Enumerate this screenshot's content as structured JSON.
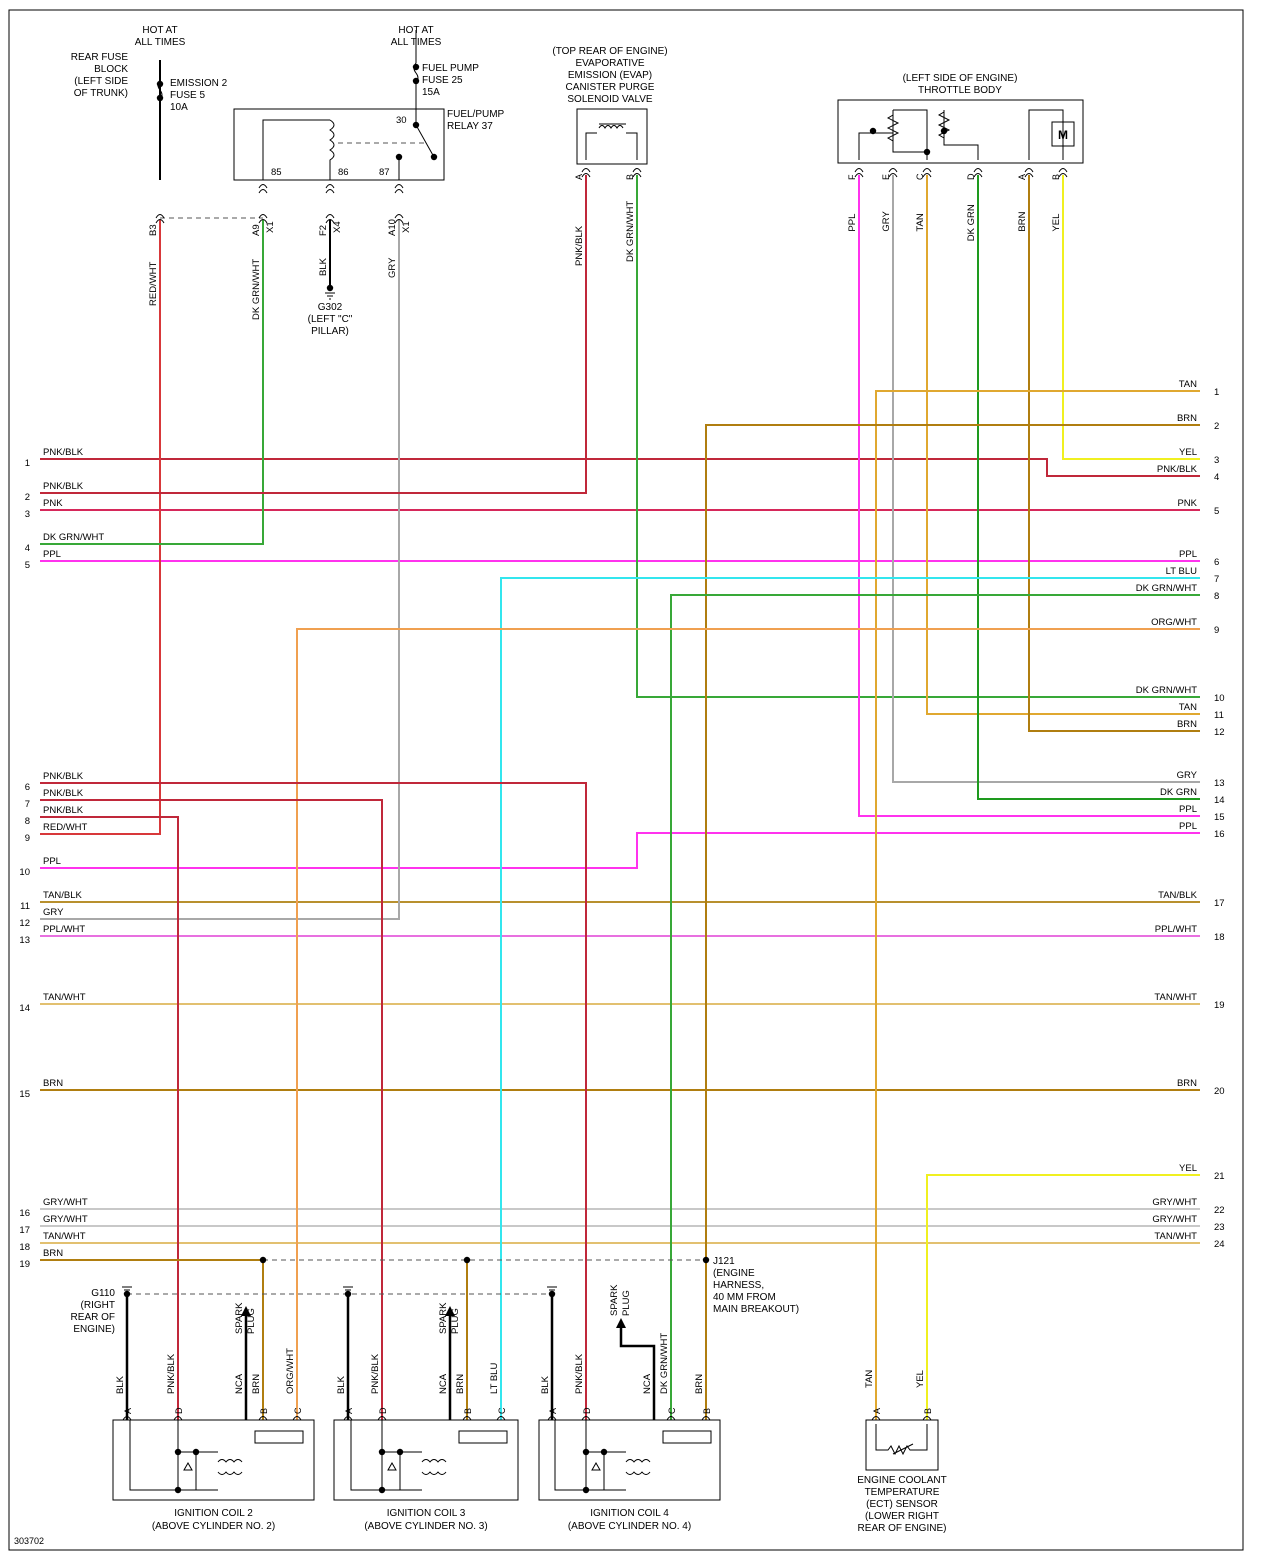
{
  "figure_id": "303702",
  "colors": {
    "PNK/BLK": "#c0283a",
    "PNK": "#d6285a",
    "RED/WHT": "#d8383a",
    "DK GRN/WHT": "#38a838",
    "DK GRN": "#1e9a1e",
    "PPL": "#ff33ee",
    "LT BLU": "#33e6ee",
    "ORG/WHT": "#f0a050",
    "TAN": "#e0a830",
    "BRN": "#b07e10",
    "YEL": "#f0f020",
    "GRY": "#a8a8a8",
    "TAN/BLK": "#b8902e",
    "PPL/WHT": "#e870e0",
    "TAN/WHT": "#e2c070",
    "GRY/WHT": "#c8c8c8",
    "BLK": "#000000"
  },
  "top": {
    "hot1": [
      "HOT AT",
      "ALL TIMES"
    ],
    "rear_fuse_block": [
      "REAR FUSE",
      "BLOCK",
      "(LEFT SIDE",
      "OF TRUNK)"
    ],
    "fuse1": [
      "EMISSION 2",
      "FUSE 5",
      "10A"
    ],
    "hot2": [
      "HOT AT",
      "ALL TIMES"
    ],
    "fuse2": [
      "FUEL PUMP",
      "FUSE 25",
      "15A"
    ],
    "relay": [
      "FUEL/PUMP",
      "RELAY 37"
    ],
    "relay_pins": [
      "30",
      "85",
      "86",
      "87"
    ],
    "conn_labels": [
      {
        "pin": "B3",
        "conn": ""
      },
      {
        "pin": "A9",
        "conn": "X1"
      },
      {
        "pin": "F2",
        "conn": "X4"
      },
      {
        "pin": "A10",
        "conn": "X1"
      }
    ],
    "ground_wire": "BLK",
    "ground": [
      "G302",
      "(LEFT \"C\"",
      "PILLAR)"
    ],
    "vert_wire_labels": [
      "RED/WHT",
      "DK GRN/WHT",
      "GRY"
    ],
    "evap": [
      "(TOP REAR OF ENGINE)",
      "EVAPORATIVE",
      "EMISSION (EVAP)",
      "CANISTER PURGE",
      "SOLENOID VALVE"
    ],
    "evap_pins": [
      "A",
      "B"
    ],
    "evap_wires": [
      "PNK/BLK",
      "DK GRN/WHT"
    ],
    "throttle": [
      "(LEFT SIDE OF ENGINE)",
      "THROTTLE BODY"
    ],
    "throttle_pins": [
      "F",
      "E",
      "C",
      "D",
      "A",
      "B"
    ],
    "throttle_wires": [
      "PPL",
      "GRY",
      "TAN",
      "DK GRN",
      "BRN",
      "YEL"
    ],
    "motor": "M"
  },
  "left_wires": [
    {
      "num": "1",
      "label": "PNK/BLK"
    },
    {
      "num": "2",
      "label": "PNK/BLK"
    },
    {
      "num": "3",
      "label": "PNK"
    },
    {
      "num": "4",
      "label": "DK GRN/WHT"
    },
    {
      "num": "5",
      "label": "PPL"
    },
    {
      "num": "6",
      "label": "PNK/BLK"
    },
    {
      "num": "7",
      "label": "PNK/BLK"
    },
    {
      "num": "8",
      "label": "PNK/BLK"
    },
    {
      "num": "9",
      "label": "RED/WHT"
    },
    {
      "num": "10",
      "label": "PPL"
    },
    {
      "num": "11",
      "label": "TAN/BLK"
    },
    {
      "num": "12",
      "label": "GRY"
    },
    {
      "num": "13",
      "label": "PPL/WHT"
    },
    {
      "num": "14",
      "label": "TAN/WHT"
    },
    {
      "num": "15",
      "label": "BRN"
    },
    {
      "num": "16",
      "label": "GRY/WHT"
    },
    {
      "num": "17",
      "label": "GRY/WHT"
    },
    {
      "num": "18",
      "label": "TAN/WHT"
    },
    {
      "num": "19",
      "label": "BRN"
    }
  ],
  "right_wires": [
    {
      "num": "1",
      "label": "TAN"
    },
    {
      "num": "2",
      "label": "BRN"
    },
    {
      "num": "3",
      "label": "YEL"
    },
    {
      "num": "4",
      "label": "PNK/BLK"
    },
    {
      "num": "5",
      "label": "PNK"
    },
    {
      "num": "6",
      "label": "PPL"
    },
    {
      "num": "7",
      "label": "LT BLU"
    },
    {
      "num": "8",
      "label": "DK GRN/WHT"
    },
    {
      "num": "9",
      "label": "ORG/WHT"
    },
    {
      "num": "10",
      "label": "DK GRN/WHT"
    },
    {
      "num": "11",
      "label": "TAN"
    },
    {
      "num": "12",
      "label": "BRN"
    },
    {
      "num": "13",
      "label": "GRY"
    },
    {
      "num": "14",
      "label": "DK GRN"
    },
    {
      "num": "15",
      "label": "PPL"
    },
    {
      "num": "16",
      "label": "PPL"
    },
    {
      "num": "17",
      "label": "TAN/BLK"
    },
    {
      "num": "18",
      "label": "PPL/WHT"
    },
    {
      "num": "19",
      "label": "TAN/WHT"
    },
    {
      "num": "20",
      "label": "BRN"
    },
    {
      "num": "21",
      "label": "YEL"
    },
    {
      "num": "22",
      "label": "GRY/WHT"
    },
    {
      "num": "23",
      "label": "GRY/WHT"
    },
    {
      "num": "24",
      "label": "TAN/WHT"
    }
  ],
  "bottom": {
    "g110": [
      "G110",
      "(RIGHT",
      "REAR OF",
      "ENGINE)"
    ],
    "j121": [
      "J121",
      "(ENGINE",
      "HARNESS,",
      "40 MM FROM",
      "MAIN BREAKOUT)"
    ],
    "spark_plug": [
      "SPARK",
      "PLUG"
    ],
    "nca": "NCA",
    "coil_pins": [
      "A",
      "D",
      "B",
      "C"
    ],
    "coils": [
      {
        "name": "IGNITION COIL 2",
        "location": "(ABOVE CYLINDER NO. 2)",
        "wires": [
          "BLK",
          "PNK/BLK",
          "BRN",
          "ORG/WHT"
        ]
      },
      {
        "name": "IGNITION COIL 3",
        "location": "(ABOVE CYLINDER NO. 3)",
        "wires": [
          "BLK",
          "PNK/BLK",
          "BRN",
          "LT BLU"
        ]
      },
      {
        "name": "IGNITION COIL 4",
        "location": "(ABOVE CYLINDER NO. 4)",
        "wires": [
          "BLK",
          "PNK/BLK",
          "DK GRN/WHT",
          "BRN"
        ]
      }
    ],
    "ect_pins": [
      "A",
      "B"
    ],
    "ect_wires": [
      "TAN",
      "YEL"
    ],
    "ect": [
      "ENGINE COOLANT",
      "TEMPERATURE",
      "(ECT) SENSOR",
      "(LOWER RIGHT",
      "REAR OF ENGINE)"
    ]
  }
}
